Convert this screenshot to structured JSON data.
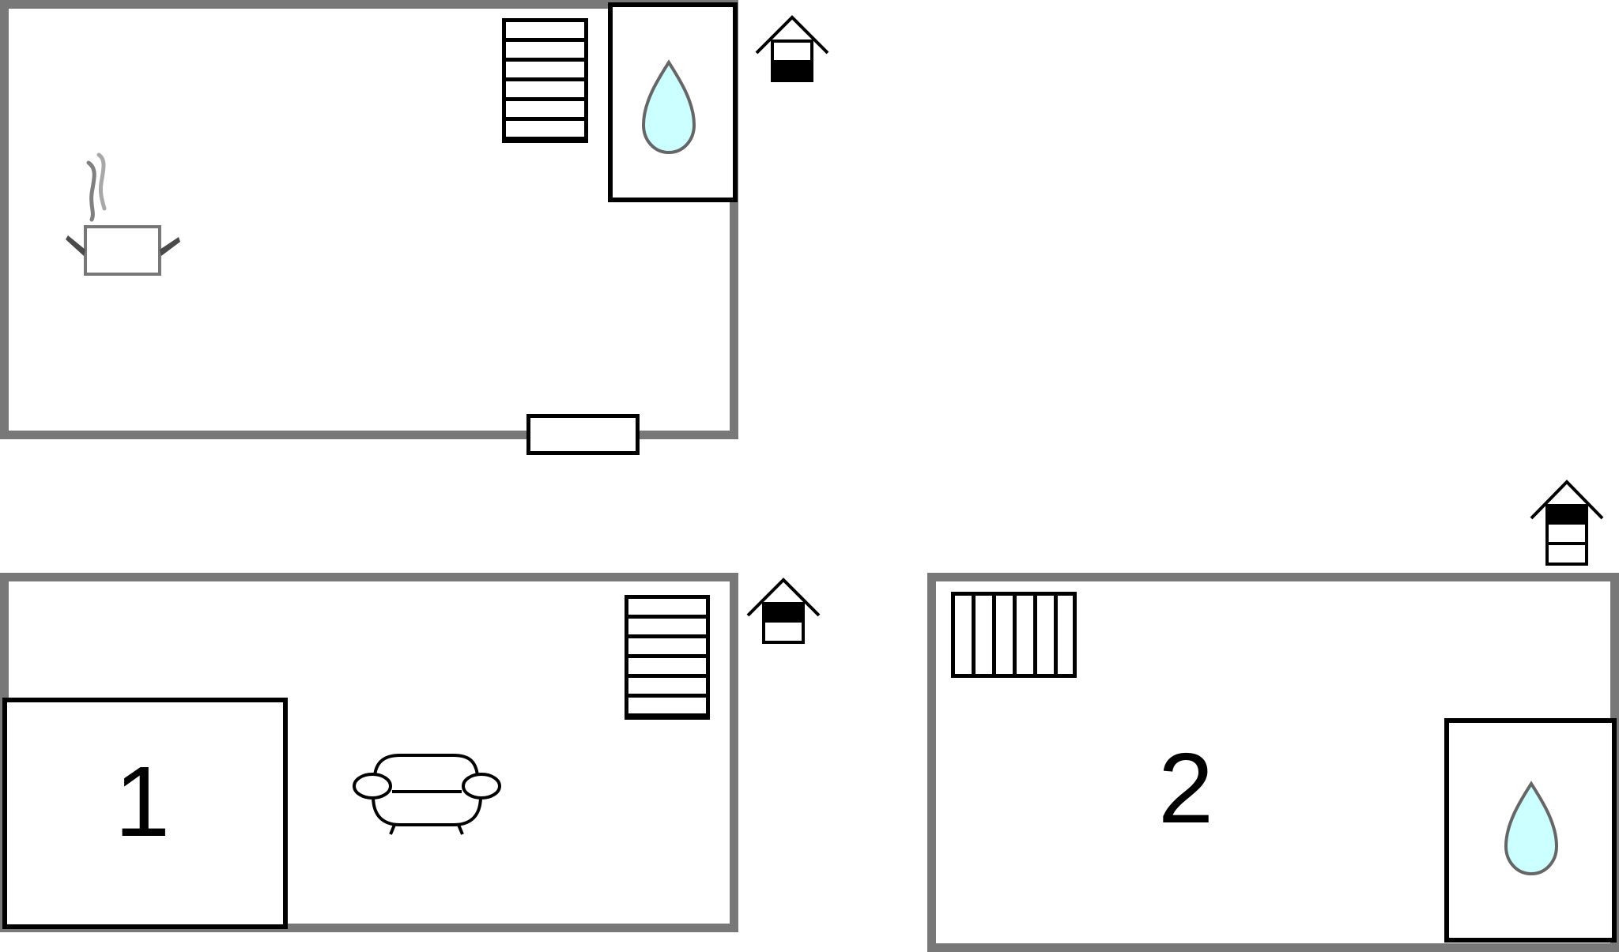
{
  "diagram": {
    "type": "floor-plan",
    "colors": {
      "wall": "#787878",
      "outline": "#000000",
      "water": "#ccffff",
      "water_outline": "#666666",
      "background": "#ffffff"
    },
    "floors": [
      {
        "name": "ground-floor-kitchen",
        "floor_indicator": {
          "floors_total": 2,
          "highlighted_floor": 1
        },
        "items": [
          "kitchen-pot",
          "staircase",
          "bathroom",
          "entrance-door"
        ]
      },
      {
        "name": "upper-floor-living",
        "floor_indicator": {
          "floors_total": 2,
          "highlighted_floor": 2
        },
        "items": [
          "bedroom-1",
          "armchair",
          "staircase"
        ]
      },
      {
        "name": "top-floor-bedroom",
        "floor_indicator": {
          "floors_total": 3,
          "highlighted_floor": 3
        },
        "items": [
          "staircase",
          "bedroom-2",
          "bathroom"
        ]
      }
    ],
    "labels": {
      "bedroom_1": "1",
      "bedroom_2": "2"
    }
  }
}
